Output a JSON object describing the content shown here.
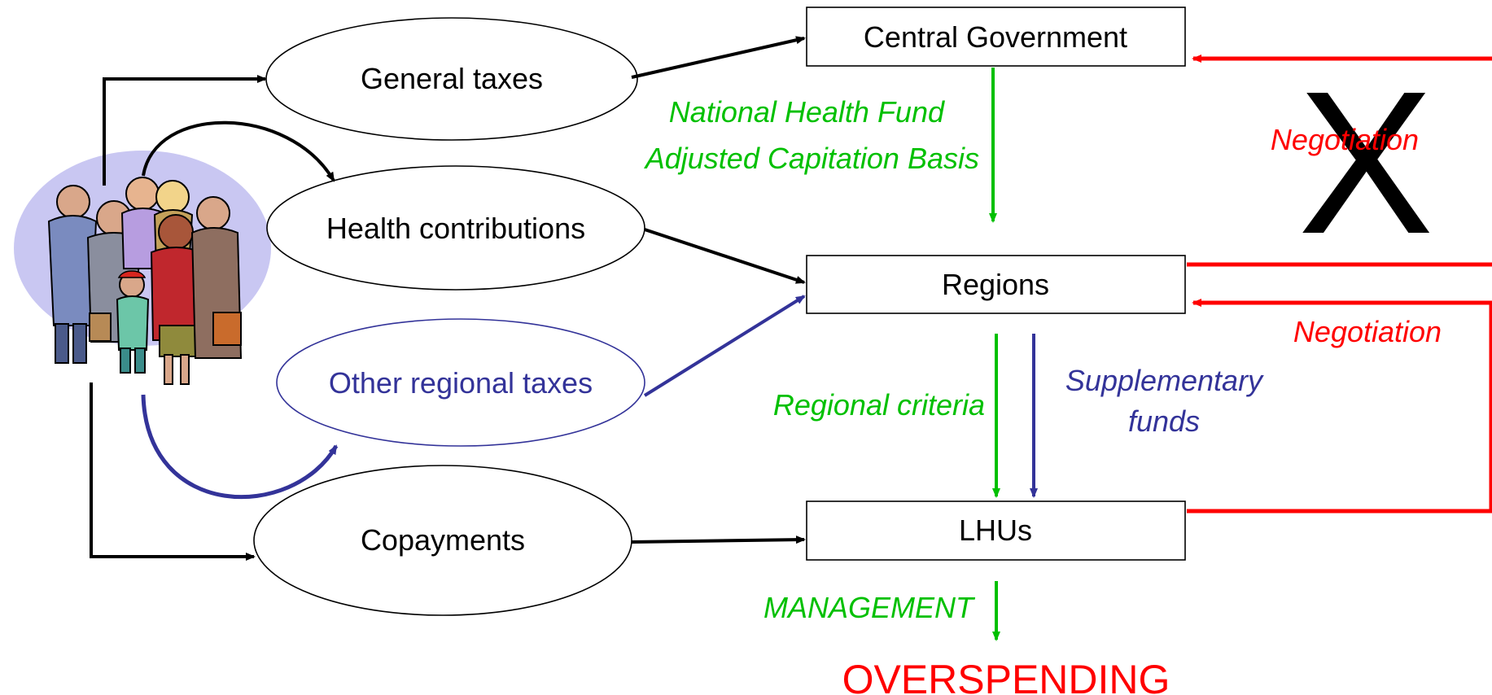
{
  "ellipses": {
    "general_taxes": "General taxes",
    "health_contributions": "Health contributions",
    "other_regional_taxes": "Other regional taxes",
    "copayments": "Copayments"
  },
  "boxes": {
    "central_government": "Central Government",
    "regions": "Regions",
    "lhus": "LHUs"
  },
  "labels": {
    "national_fund_line1": "National Health Fund",
    "national_fund_line2": "Adjusted Capitation Basis",
    "regional_criteria": "Regional criteria",
    "supplementary_line1": "Supplementary",
    "supplementary_line2": "funds",
    "management": "MANAGEMENT",
    "overspending": "OVERSPENDING",
    "negotiation_top": "Negotiation",
    "negotiation_bottom": "Negotiation",
    "cross_mark": "X"
  },
  "icons": {
    "crowd": "people-group-clipart-icon"
  },
  "colors": {
    "black": "#000000",
    "green": "#00c000",
    "blue": "#333399",
    "red": "#ff0000"
  }
}
